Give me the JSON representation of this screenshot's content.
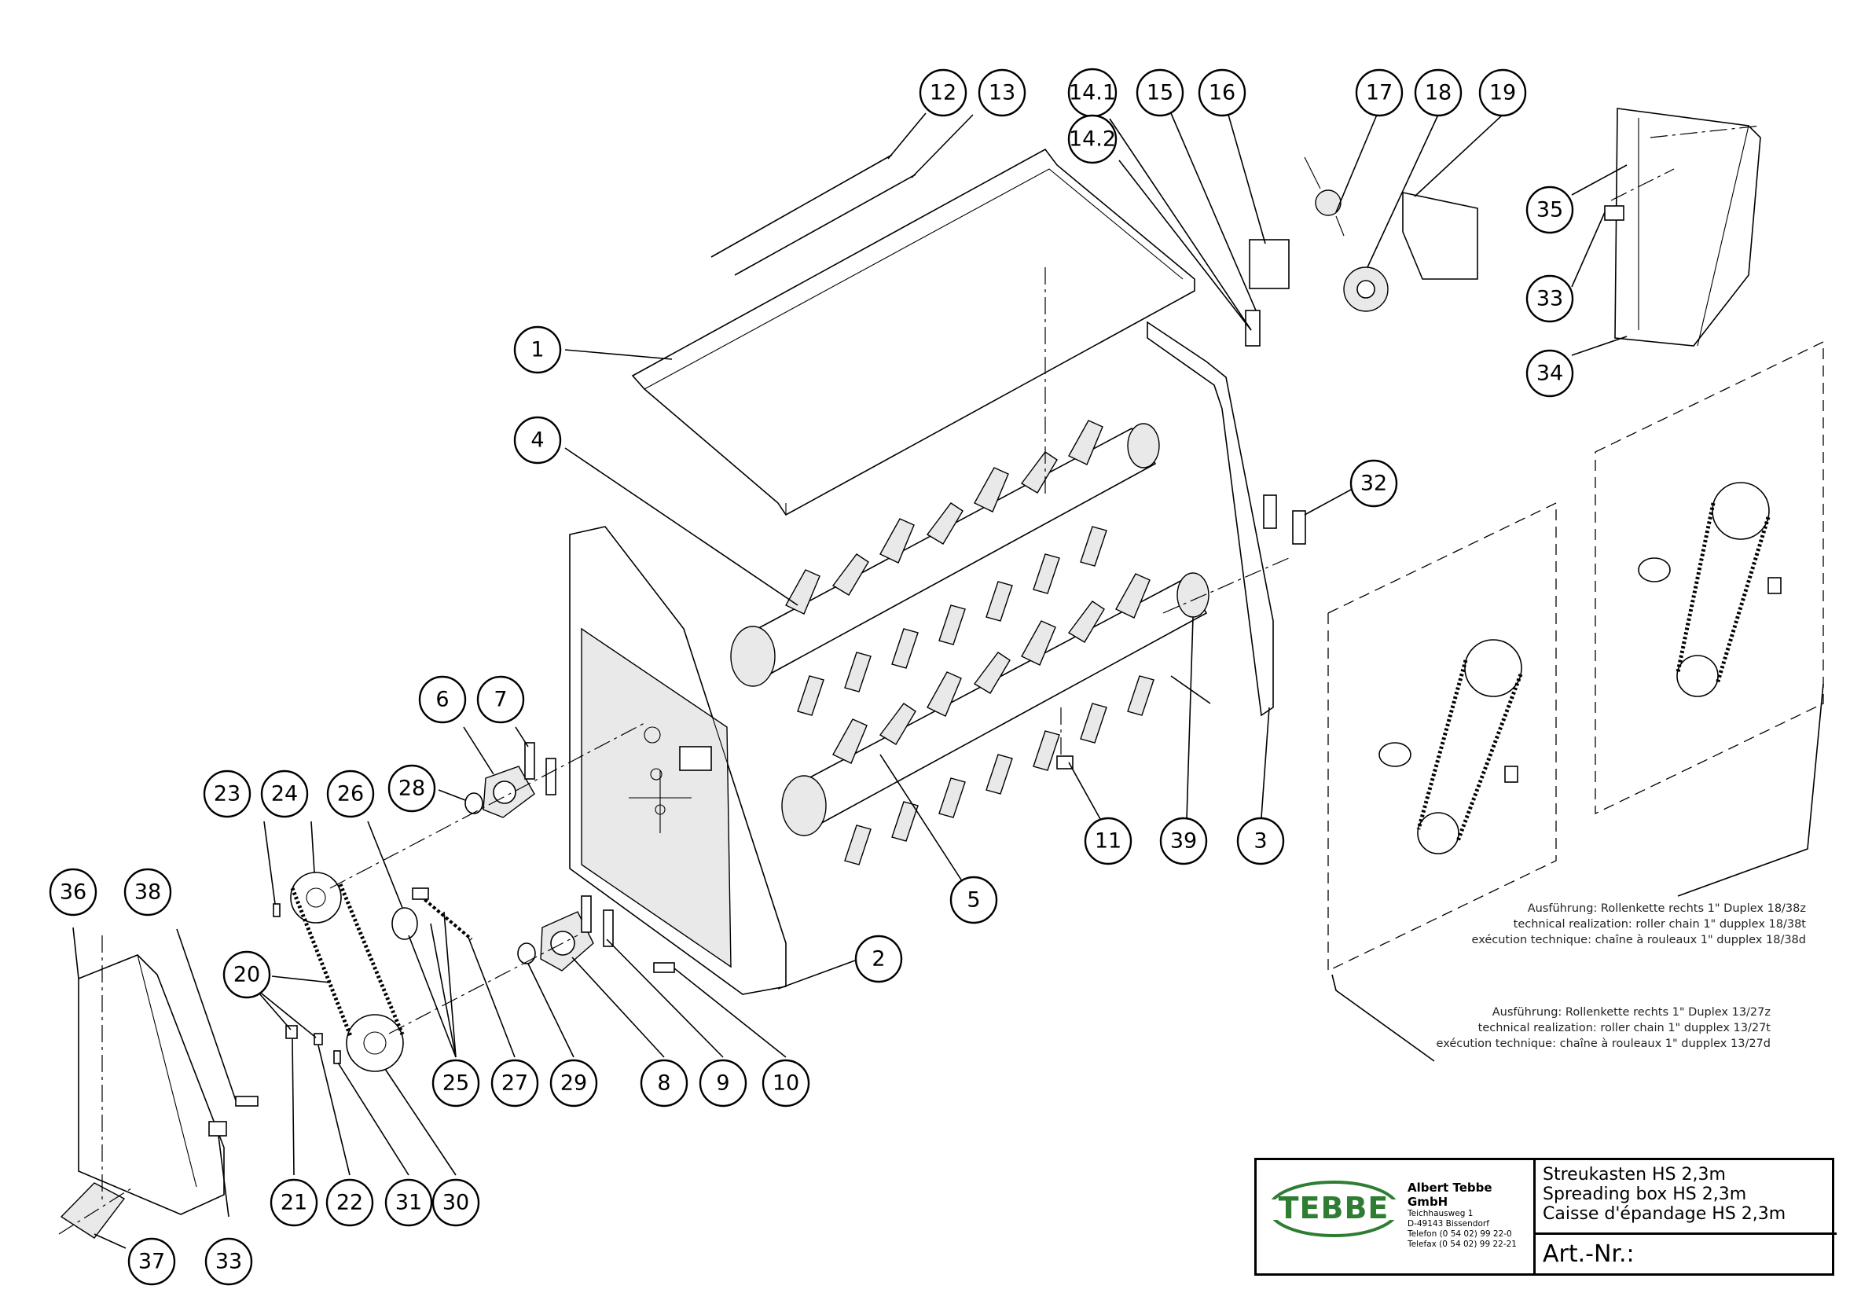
{
  "callouts": [
    {
      "label": "12"
    },
    {
      "label": "13"
    },
    {
      "label": "14.1"
    },
    {
      "label": "14.2"
    },
    {
      "label": "15"
    },
    {
      "label": "16"
    },
    {
      "label": "17"
    },
    {
      "label": "18"
    },
    {
      "label": "19"
    },
    {
      "label": "35"
    },
    {
      "label": "33"
    },
    {
      "label": "34"
    },
    {
      "label": "1"
    },
    {
      "label": "4"
    },
    {
      "label": "32"
    },
    {
      "label": "6"
    },
    {
      "label": "7"
    },
    {
      "label": "28"
    },
    {
      "label": "23"
    },
    {
      "label": "24"
    },
    {
      "label": "26"
    },
    {
      "label": "11"
    },
    {
      "label": "39"
    },
    {
      "label": "3"
    },
    {
      "label": "5"
    },
    {
      "label": "2"
    },
    {
      "label": "36"
    },
    {
      "label": "38"
    },
    {
      "label": "20"
    },
    {
      "label": "25"
    },
    {
      "label": "27"
    },
    {
      "label": "29"
    },
    {
      "label": "8"
    },
    {
      "label": "9"
    },
    {
      "label": "10"
    },
    {
      "label": "21"
    },
    {
      "label": "22"
    },
    {
      "label": "31"
    },
    {
      "label": "30"
    },
    {
      "label": "37"
    },
    {
      "label": "33"
    }
  ],
  "notes": {
    "variant_a": [
      "Ausführung: Rollenkette rechts 1\" Duplex 18/38z",
      "technical realization: roller chain 1\" dupplex 18/38t",
      "exécution technique: chaîne à rouleaux 1\" dupplex 18/38d"
    ],
    "variant_b": [
      "Ausführung: Rollenkette rechts 1\" Duplex 13/27z",
      "technical realization: roller chain 1\" dupplex 13/27t",
      "exécution technique: chaîne à rouleaux 1\" dupplex 13/27d"
    ]
  },
  "title_block": {
    "logo_text": "TEBBE",
    "company": "Albert Tebbe GmbH",
    "address_lines": [
      "Teichhausweg 1",
      "D-49143 Bissendorf",
      "Telefon (0 54 02) 99 22-0",
      "Telefax (0 54 02) 99 22-21"
    ],
    "titles": [
      "Streukasten HS 2,3m",
      "Spreading box HS 2,3m",
      "Caisse d'épandage HS 2,3m"
    ],
    "article_label": "Art.-Nr.:"
  },
  "colors": {
    "logo_green": "#2e7d32",
    "line": "#000000"
  }
}
